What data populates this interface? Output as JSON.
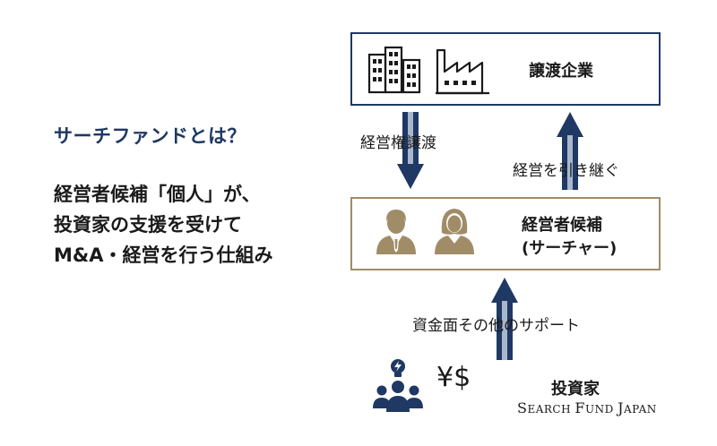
{
  "heading": "サーチファンドとは？",
  "description_lines": [
    "経営者候補「個人」が、",
    "投資家の支援を受けて",
    "M&A・経営を行う仕組み"
  ],
  "nodes": {
    "company": "譲渡企業",
    "searcher_line1": "経営者候補",
    "searcher_line2": "(サーチャー)",
    "investor": "投資家"
  },
  "arrows": {
    "transfer_rights": "経営権譲渡",
    "succession": "経営を引き継ぐ",
    "support": "資金面その他のサポート"
  },
  "currency_symbols": "¥$",
  "brand": {
    "cap1": "S",
    "rest1": "EARCH ",
    "cap2": "F",
    "rest2": "UND ",
    "cap3": "J",
    "rest3": "APAN"
  },
  "colors": {
    "navy": "#1f3864",
    "gold": "#a08c66",
    "arrow_highlight": "#a9b7cc"
  }
}
